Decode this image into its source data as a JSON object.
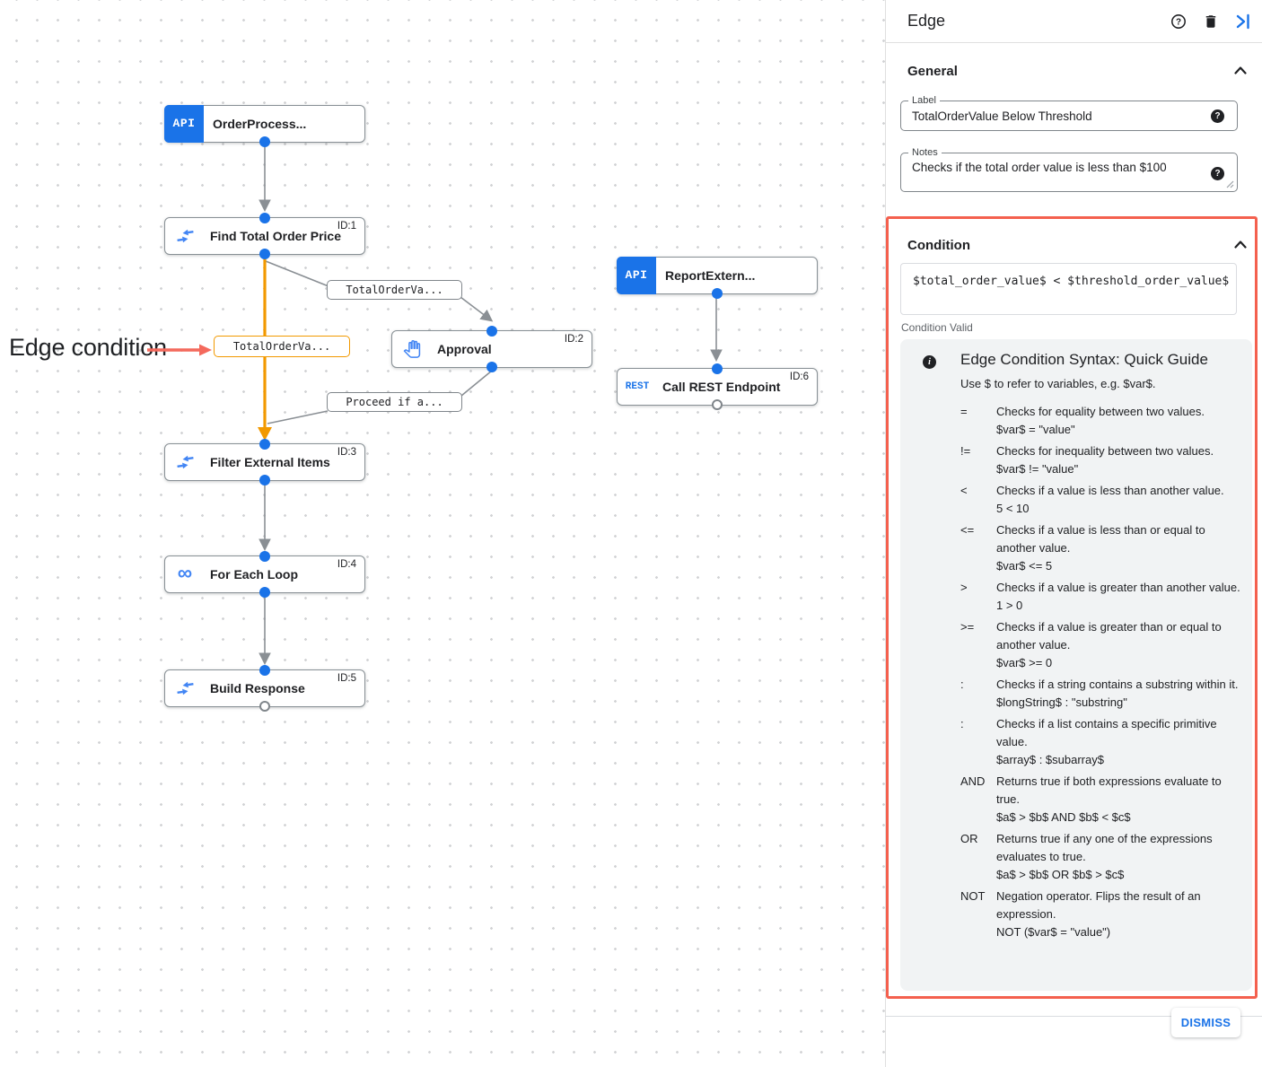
{
  "canvas": {
    "annotation_label": "Edge condition",
    "nodes": [
      {
        "badge": "API",
        "title": "OrderProcess..."
      },
      {
        "id": "ID:1",
        "title": "Find Total Order Price"
      },
      {
        "id": "ID:2",
        "title": "Approval"
      },
      {
        "badge": "API",
        "title": "ReportExtern..."
      },
      {
        "id": "ID:6",
        "title": "Call REST Endpoint",
        "icon_text": "REST"
      },
      {
        "id": "ID:3",
        "title": "Filter External Items"
      },
      {
        "id": "ID:4",
        "title": "For Each Loop"
      },
      {
        "id": "ID:5",
        "title": "Build Response"
      }
    ],
    "edge_labels": {
      "condition_highlighted": "TotalOrderVa...",
      "to_approval": "TotalOrderVa...",
      "from_approval": "Proceed if a..."
    }
  },
  "panel": {
    "title": "Edge",
    "sections": {
      "general": "General",
      "condition": "Condition"
    },
    "label_field": {
      "label": "Label",
      "value": "TotalOrderValue Below Threshold"
    },
    "notes_field": {
      "label": "Notes",
      "value": "Checks if the total order value is less than $100"
    },
    "condition_expression": "$total_order_value$ < $threshold_order_value$",
    "condition_status": "Condition Valid",
    "dismiss_label": "DISMISS"
  },
  "guide": {
    "title": "Edge Condition Syntax: Quick Guide",
    "subtitle": "Use $ to refer to variables, e.g. $var$.",
    "rows": [
      {
        "op": "=",
        "desc": "Checks for equality between two values.",
        "example": "$var$ = \"value\""
      },
      {
        "op": "!=",
        "desc": "Checks for inequality between two values.",
        "example": "$var$ != \"value\""
      },
      {
        "op": "<",
        "desc": "Checks if a value is less than another value.",
        "example": "5 < 10"
      },
      {
        "op": "<=",
        "desc": "Checks if a value is less than or equal to another value.",
        "example": "$var$ <= 5"
      },
      {
        "op": ">",
        "desc": "Checks if a value is greater than another value.",
        "example": "1 > 0"
      },
      {
        "op": ">=",
        "desc": "Checks if a value is greater than or equal to another value.",
        "example": "$var$ >= 0"
      },
      {
        "op": ":",
        "desc": "Checks if a string contains a substring within it.",
        "example": "$longString$ : \"substring\""
      },
      {
        "op": ":",
        "desc": "Checks if a list contains a specific primitive value.",
        "example": "$array$ : $subarray$"
      },
      {
        "op": "AND",
        "desc": "Returns true if both expressions evaluate to true.",
        "example": "$a$ > $b$ AND $b$ < $c$"
      },
      {
        "op": "OR",
        "desc": "Returns true if any one of the expressions evaluates to true.",
        "example": "$a$ > $b$ OR $b$ > $c$"
      },
      {
        "op": "NOT",
        "desc": "Negation operator. Flips the result of an expression.",
        "example": "NOT ($var$ = \"value\")"
      }
    ]
  },
  "colors": {
    "accent_blue": "#1a73e8",
    "edge_orange": "#f29900",
    "highlight_red": "#f4604e"
  }
}
